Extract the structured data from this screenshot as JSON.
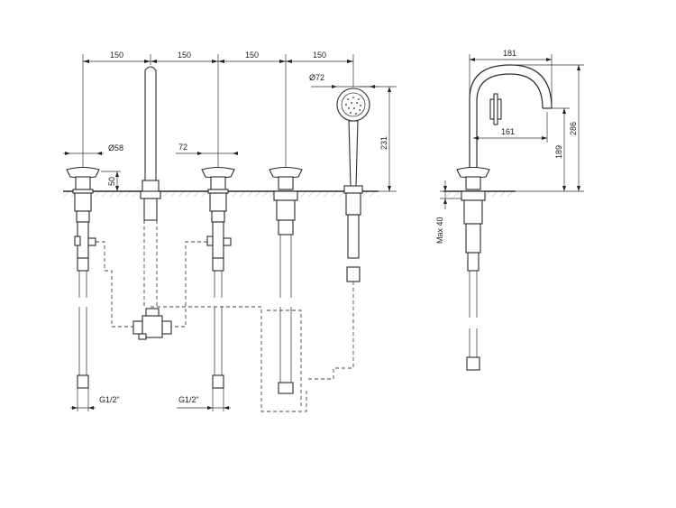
{
  "labels": {
    "dim_top_1": "150",
    "dim_top_2": "150",
    "dim_top_3": "150",
    "dim_top_4": "150",
    "dia_handle": "Ø58",
    "dia_shower": "Ø72",
    "dim_72": "72",
    "dim_50": "50",
    "dim_231": "231",
    "dim_181": "181",
    "dim_161": "161",
    "dim_189": "189",
    "dim_286": "286",
    "max_deck": "Max 40",
    "thread_left": "G1/2\"",
    "thread_mid": "G1/2\""
  }
}
